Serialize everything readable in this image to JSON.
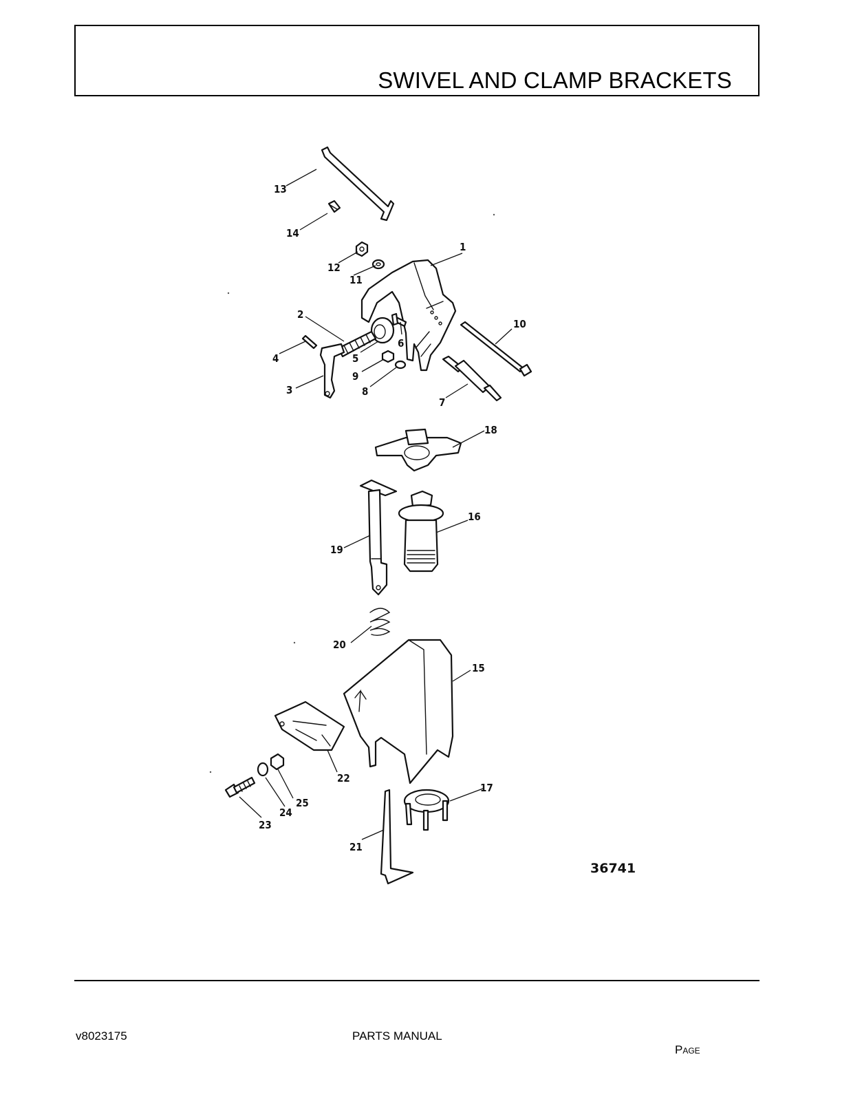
{
  "header": {
    "title": "SWIVEL AND CLAMP BRACKETS"
  },
  "diagram": {
    "figure_number": "36741",
    "callouts": [
      "1",
      "2",
      "3",
      "4",
      "5",
      "6",
      "7",
      "8",
      "9",
      "10",
      "11",
      "12",
      "13",
      "14",
      "15",
      "16",
      "17",
      "18",
      "19",
      "20",
      "21",
      "22",
      "23",
      "24",
      "25"
    ]
  },
  "footer": {
    "doc_id": "v8023175",
    "manual": "PARTS MANUAL",
    "page_label": "Page"
  }
}
